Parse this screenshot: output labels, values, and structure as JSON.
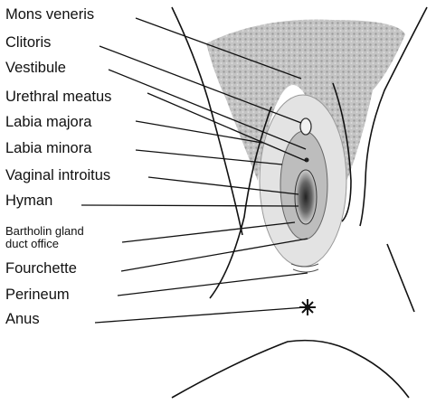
{
  "labels": {
    "mons_veneris": "Mons veneris",
    "clitoris": "Clitoris",
    "vestibule": "Vestibule",
    "urethral_meatus": "Urethral meatus",
    "labia_majora": "Labia majora",
    "labia_minora": "Labia minora",
    "vaginal_introitus": "Vaginal introitus",
    "hyman": "Hyman",
    "bartholin_line1": "Bartholin gland",
    "bartholin_line2": "duct office",
    "fourchette": "Fourchette",
    "perineum": "Perineum",
    "anus": "Anus"
  },
  "colors": {
    "line": "#111111",
    "hair": "#9a9a9a",
    "shade": "#c8c8c8"
  }
}
